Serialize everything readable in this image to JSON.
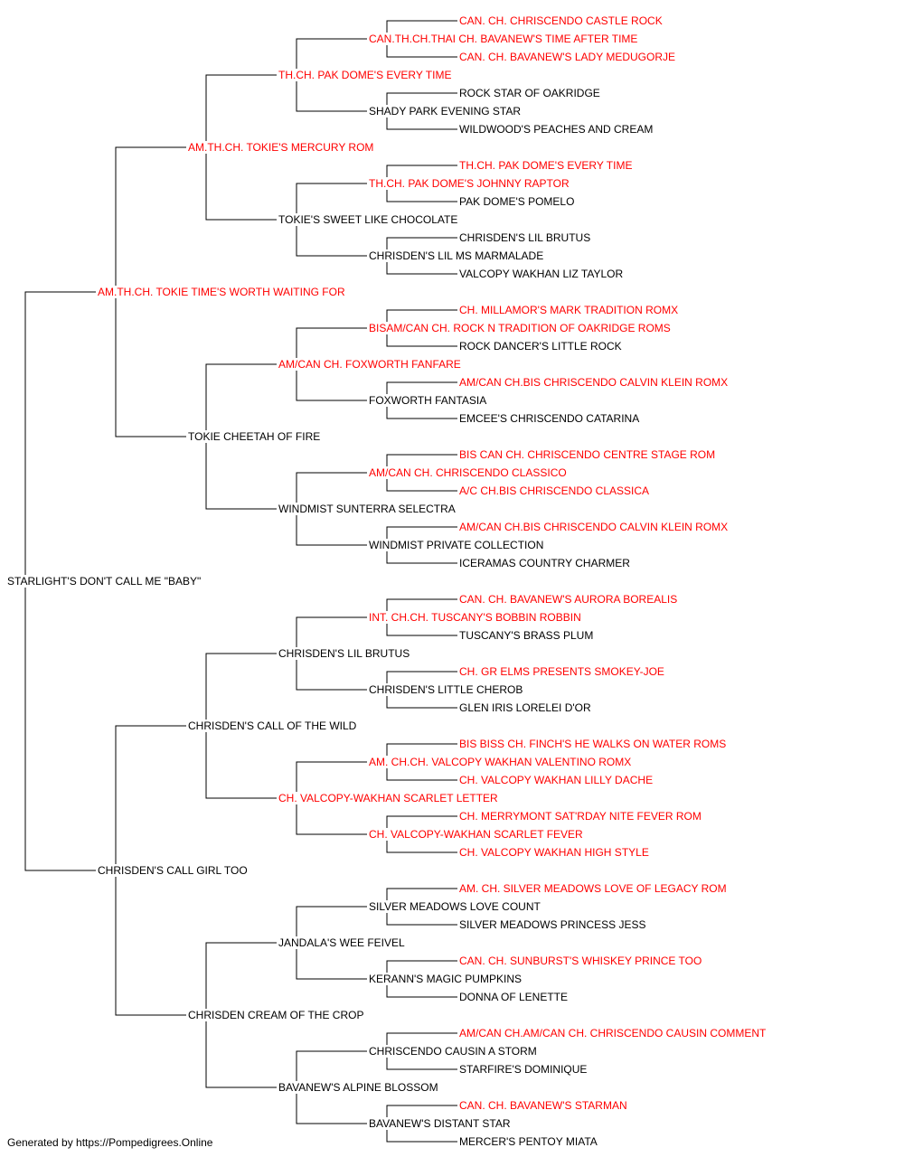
{
  "colors": {
    "titled": "#ff0000",
    "plain": "#000000",
    "lines": "#000000"
  },
  "subject": "STARLIGHT'S DON'T CALL ME \"BABY\"",
  "pedigree": {
    "name": "STARLIGHT'S DON'T CALL ME \"BABY\"",
    "titled": false,
    "sire": {
      "name": "AM.TH.CH. TOKIE TIME'S WORTH WAITING FOR",
      "titled": true,
      "sire": {
        "name": "AM.TH.CH. TOKIE'S MERCURY ROM",
        "titled": true,
        "sire": {
          "name": "TH.CH. PAK DOME'S EVERY TIME",
          "titled": true,
          "sire": {
            "name": "CAN.TH.CH.THAI CH. BAVANEW'S TIME AFTER TIME",
            "titled": true,
            "sire": {
              "name": "CAN. CH. CHRISCENDO CASTLE ROCK",
              "titled": true
            },
            "dam": {
              "name": "CAN. CH. BAVANEW'S LADY MEDUGORJE",
              "titled": true
            }
          },
          "dam": {
            "name": "SHADY PARK EVENING STAR",
            "titled": false,
            "sire": {
              "name": "ROCK STAR OF OAKRIDGE",
              "titled": false
            },
            "dam": {
              "name": "WILDWOOD'S PEACHES AND CREAM",
              "titled": false
            }
          }
        },
        "dam": {
          "name": "TOKIE'S SWEET LIKE CHOCOLATE",
          "titled": false,
          "sire": {
            "name": "TH.CH. PAK DOME'S JOHNNY RAPTOR",
            "titled": true,
            "sire": {
              "name": "TH.CH. PAK DOME'S EVERY TIME",
              "titled": true
            },
            "dam": {
              "name": "PAK DOME'S POMELO",
              "titled": false
            }
          },
          "dam": {
            "name": "CHRISDEN'S LIL MS MARMALADE",
            "titled": false,
            "sire": {
              "name": "CHRISDEN'S LIL BRUTUS",
              "titled": false
            },
            "dam": {
              "name": "VALCOPY WAKHAN LIZ TAYLOR",
              "titled": false
            }
          }
        }
      },
      "dam": {
        "name": "TOKIE CHEETAH OF FIRE",
        "titled": false,
        "sire": {
          "name": "AM/CAN CH. FOXWORTH FANFARE",
          "titled": true,
          "sire": {
            "name": "BISAM/CAN CH. ROCK N TRADITION OF OAKRIDGE ROMS",
            "titled": true,
            "sire": {
              "name": "CH. MILLAMOR'S MARK TRADITION ROMX",
              "titled": true
            },
            "dam": {
              "name": "ROCK DANCER'S LITTLE ROCK",
              "titled": false
            }
          },
          "dam": {
            "name": "FOXWORTH FANTASIA",
            "titled": false,
            "sire": {
              "name": "AM/CAN CH.BIS CHRISCENDO CALVIN KLEIN ROMX",
              "titled": true
            },
            "dam": {
              "name": "EMCEE'S CHRISCENDO CATARINA",
              "titled": false
            }
          }
        },
        "dam": {
          "name": "WINDMIST SUNTERRA SELECTRA",
          "titled": false,
          "sire": {
            "name": "AM/CAN CH. CHRISCENDO CLASSICO",
            "titled": true,
            "sire": {
              "name": "BIS CAN CH. CHRISCENDO CENTRE STAGE ROM",
              "titled": true
            },
            "dam": {
              "name": "A/C CH.BIS CHRISCENDO CLASSICA",
              "titled": true
            }
          },
          "dam": {
            "name": "WINDMIST PRIVATE COLLECTION",
            "titled": false,
            "sire": {
              "name": "AM/CAN CH.BIS CHRISCENDO CALVIN KLEIN ROMX",
              "titled": true
            },
            "dam": {
              "name": "ICERAMAS COUNTRY CHARMER",
              "titled": false
            }
          }
        }
      }
    },
    "dam": {
      "name": "CHRISDEN'S CALL GIRL TOO",
      "titled": false,
      "sire": {
        "name": "CHRISDEN'S CALL OF THE WILD",
        "titled": false,
        "sire": {
          "name": "CHRISDEN'S LIL BRUTUS",
          "titled": false,
          "sire": {
            "name": "INT. CH.CH. TUSCANY'S BOBBIN ROBBIN",
            "titled": true,
            "sire": {
              "name": "CAN. CH. BAVANEW'S AURORA BOREALIS",
              "titled": true
            },
            "dam": {
              "name": "TUSCANY'S BRASS PLUM",
              "titled": false
            }
          },
          "dam": {
            "name": "CHRISDEN'S LITTLE CHEROB",
            "titled": false,
            "sire": {
              "name": "CH. GR ELMS PRESENTS SMOKEY-JOE",
              "titled": true
            },
            "dam": {
              "name": "GLEN IRIS LORELEI D'OR",
              "titled": false
            }
          }
        },
        "dam": {
          "name": "CH. VALCOPY-WAKHAN SCARLET LETTER",
          "titled": true,
          "sire": {
            "name": "AM. CH.CH. VALCOPY WAKHAN VALENTINO ROMX",
            "titled": true,
            "sire": {
              "name": "BIS BISS CH. FINCH'S HE WALKS ON WATER ROMS",
              "titled": true
            },
            "dam": {
              "name": "CH. VALCOPY WAKHAN LILLY DACHE",
              "titled": true
            }
          },
          "dam": {
            "name": "CH. VALCOPY-WAKHAN SCARLET FEVER",
            "titled": true,
            "sire": {
              "name": "CH. MERRYMONT SAT'RDAY NITE FEVER ROM",
              "titled": true
            },
            "dam": {
              "name": "CH. VALCOPY WAKHAN HIGH STYLE",
              "titled": true
            }
          }
        }
      },
      "dam": {
        "name": "CHRISDEN CREAM OF THE CROP",
        "titled": false,
        "sire": {
          "name": "JANDALA'S WEE FEIVEL",
          "titled": false,
          "sire": {
            "name": "SILVER MEADOWS LOVE COUNT",
            "titled": false,
            "sire": {
              "name": "AM. CH. SILVER MEADOWS LOVE OF LEGACY ROM",
              "titled": true
            },
            "dam": {
              "name": "SILVER MEADOWS PRINCESS JESS",
              "titled": false
            }
          },
          "dam": {
            "name": "KERANN'S MAGIC PUMPKINS",
            "titled": false,
            "sire": {
              "name": "CAN. CH. SUNBURST'S WHISKEY PRINCE TOO",
              "titled": true
            },
            "dam": {
              "name": "DONNA OF LENETTE",
              "titled": false
            }
          }
        },
        "dam": {
          "name": "BAVANEW'S ALPINE BLOSSOM",
          "titled": false,
          "sire": {
            "name": "CHRISCENDO CAUSIN A STORM",
            "titled": false,
            "sire": {
              "name": "AM/CAN CH.AM/CAN CH. CHRISCENDO CAUSIN COMMENT",
              "titled": true
            },
            "dam": {
              "name": "STARFIRE'S DOMINIQUE",
              "titled": false
            }
          },
          "dam": {
            "name": "BAVANEW'S DISTANT STAR",
            "titled": false,
            "sire": {
              "name": "CAN. CH. BAVANEW'S STARMAN",
              "titled": true
            },
            "dam": {
              "name": "MERCER'S PENTOY MIATA",
              "titled": false
            }
          }
        }
      }
    }
  },
  "footer": {
    "text": "Generated by https://Pompedigrees.Online"
  }
}
